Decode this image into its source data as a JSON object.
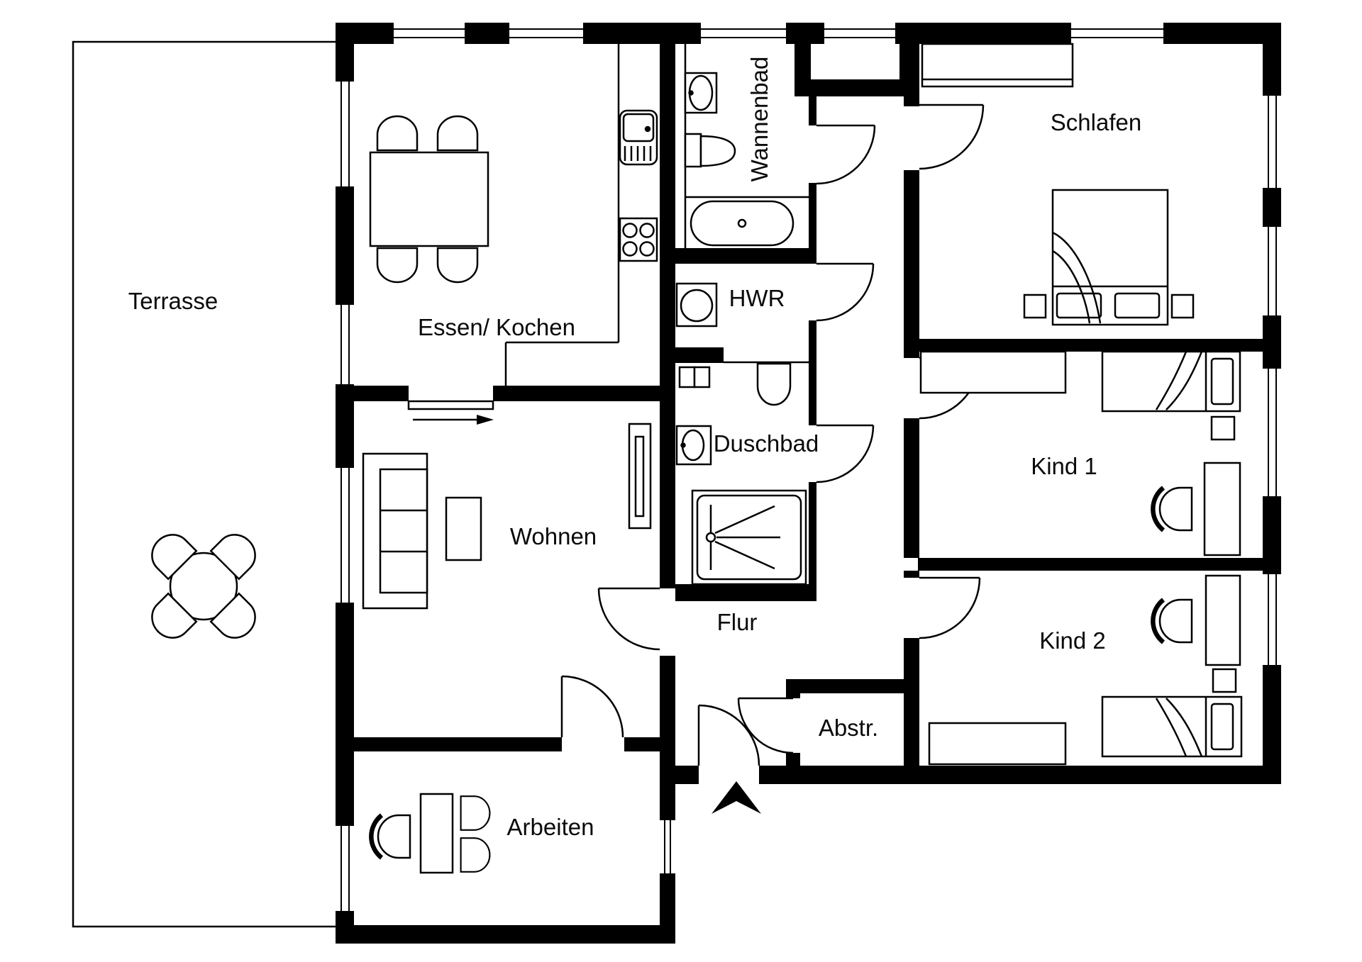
{
  "plan": {
    "type": "floorplan",
    "rooms": {
      "terrasse": {
        "label": "Terrasse"
      },
      "essen_kochen": {
        "label": "Essen/ Kochen"
      },
      "wannenbad": {
        "label": "Wannenbad"
      },
      "schlafen": {
        "label": "Schlafen"
      },
      "hwr": {
        "label": "HWR"
      },
      "duschbad": {
        "label": "Duschbad"
      },
      "kind1": {
        "label": "Kind 1"
      },
      "kind2": {
        "label": "Kind 2"
      },
      "flur": {
        "label": "Flur"
      },
      "abstr": {
        "label": "Abstr."
      },
      "wohnen": {
        "label": "Wohnen"
      },
      "arbeiten": {
        "label": "Arbeiten"
      }
    },
    "colors": {
      "wall": "#000000",
      "background": "#ffffff",
      "line": "#000000"
    }
  }
}
